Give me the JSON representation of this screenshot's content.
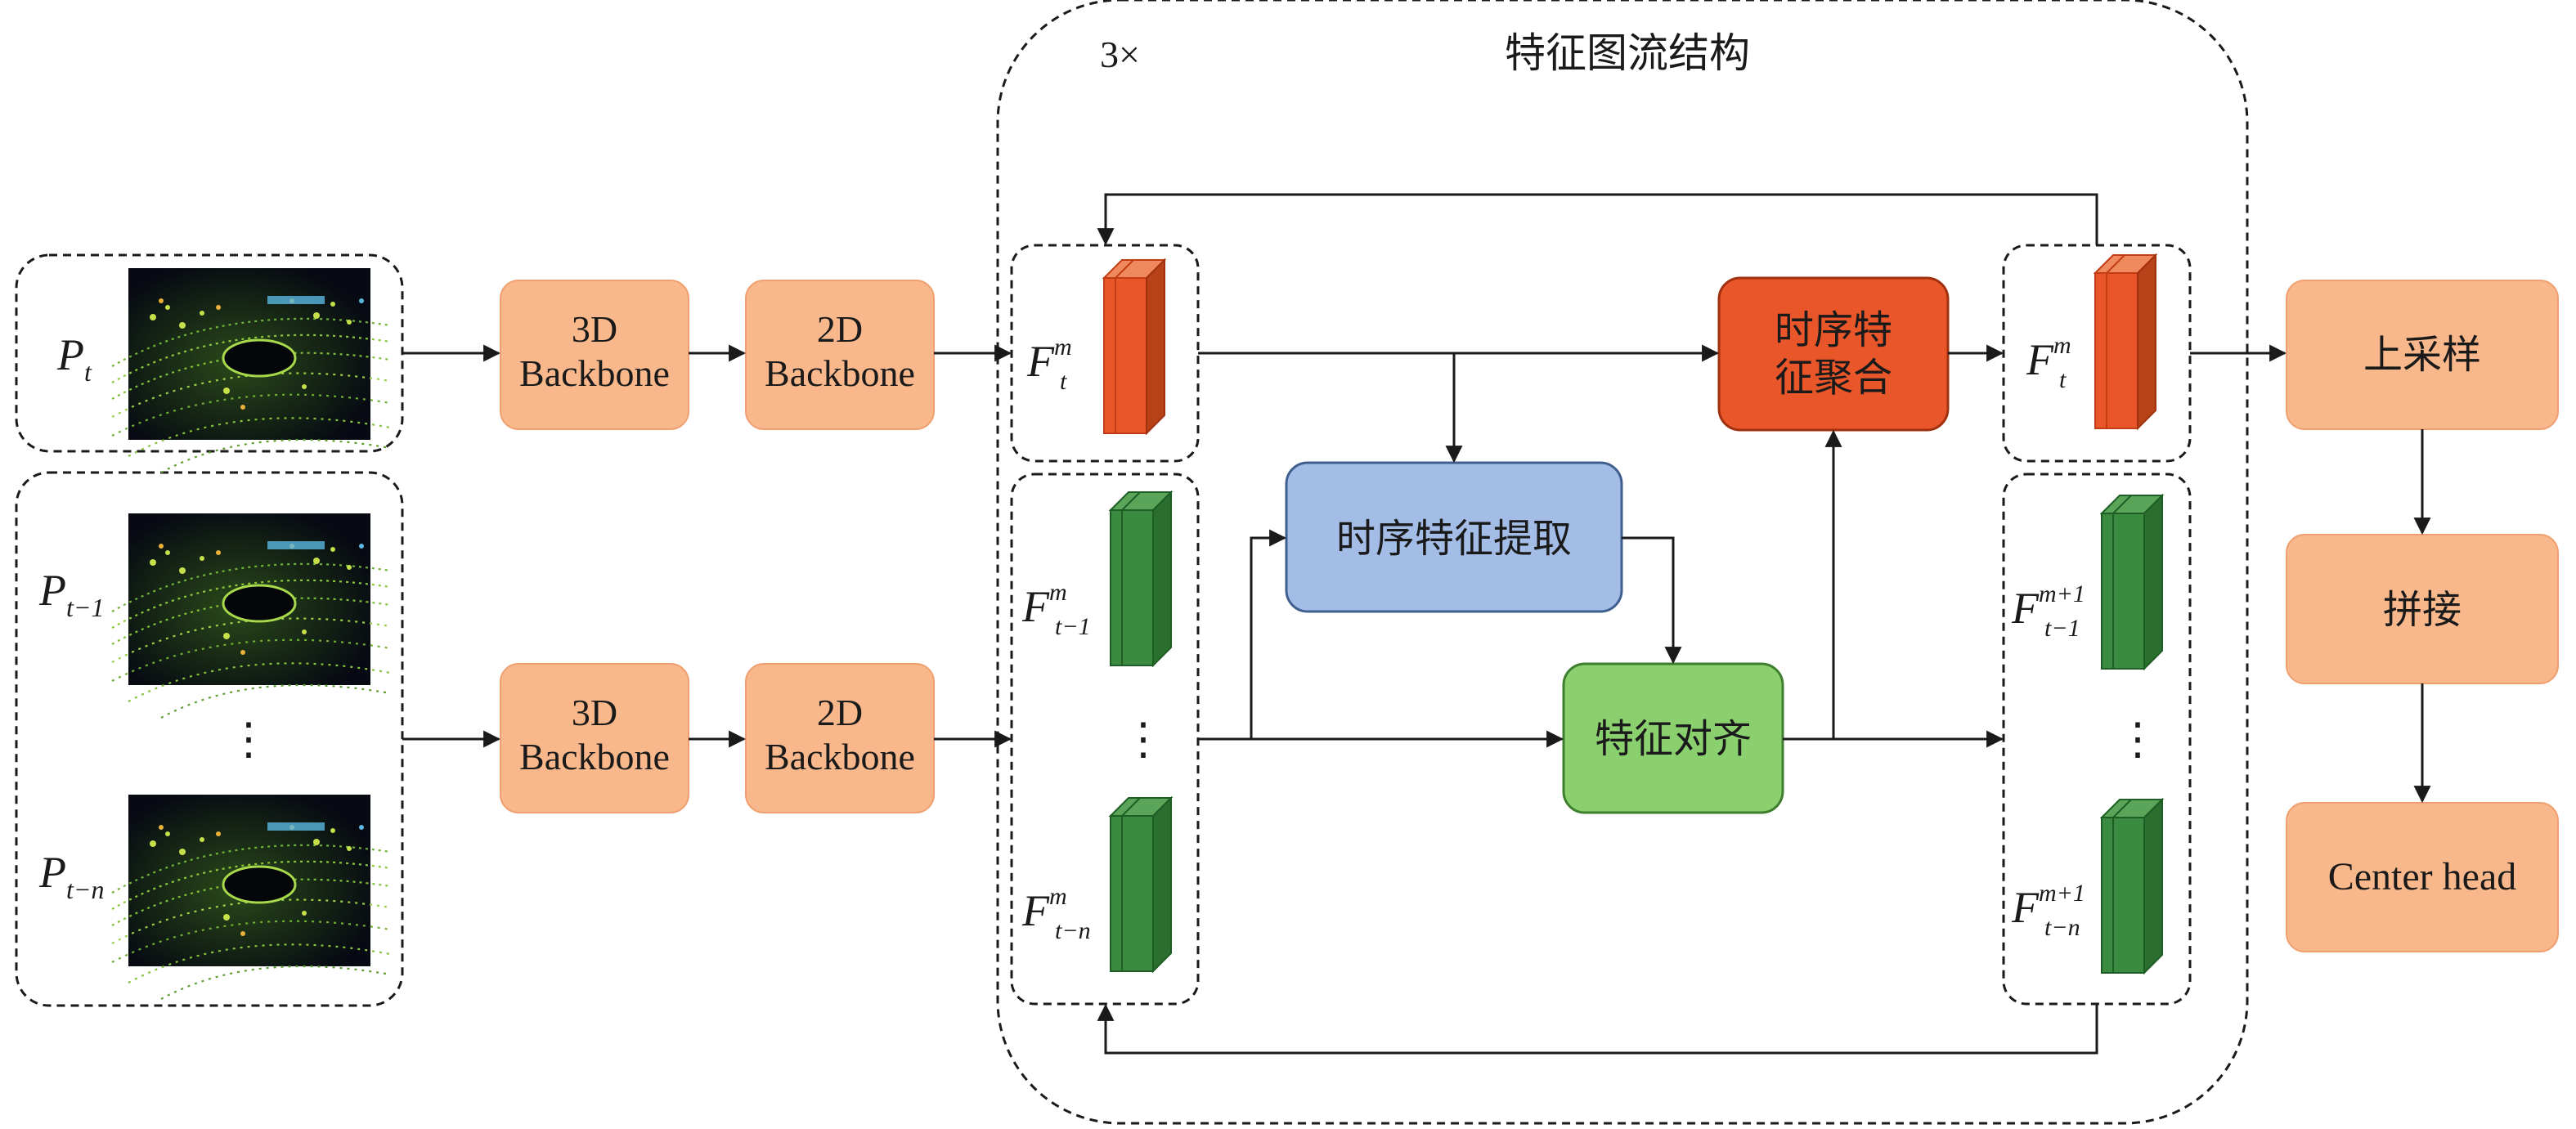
{
  "header": {
    "repeat_label": "3×",
    "title": "特征图流结构"
  },
  "inputs": {
    "current": {
      "symbol": "P",
      "sub": "t"
    },
    "prev1": {
      "symbol": "P",
      "sub": "t−1"
    },
    "dots": "⋮",
    "prevn": {
      "symbol": "P",
      "sub": "t−n"
    }
  },
  "backbones": {
    "top_3d": {
      "line1": "3D",
      "line2": "Backbone"
    },
    "top_2d": {
      "line1": "2D",
      "line2": "Backbone"
    },
    "bottom_3d": {
      "line1": "3D",
      "line2": "Backbone"
    },
    "bottom_2d": {
      "line1": "2D",
      "line2": "Backbone"
    }
  },
  "features_left": {
    "current": {
      "symbol": "F",
      "sup": "m",
      "sub": "t"
    },
    "prev1": {
      "symbol": "F",
      "sup": "m",
      "sub": "t−1"
    },
    "dots": "⋮",
    "prevn": {
      "symbol": "F",
      "sup": "m",
      "sub": "t−n"
    }
  },
  "features_right": {
    "current": {
      "symbol": "F",
      "sup": "m",
      "sub": "t"
    },
    "prev1": {
      "symbol": "F",
      "sup": "m+1",
      "sub": "t−1"
    },
    "dots": "⋮",
    "prevn": {
      "symbol": "F",
      "sup": "m+1",
      "sub": "t−n"
    }
  },
  "modules": {
    "temporal_extract": "时序特征提取",
    "feature_align": "特征对齐",
    "temporal_agg": {
      "line1": "时序特",
      "line2": "征聚合"
    }
  },
  "head": {
    "upsample": "上采样",
    "concat": "拼接",
    "center_head": "Center head"
  },
  "colors": {
    "backbone": "#f8b88b",
    "current_feature": "#e8562a",
    "past_feature": "#3a8a3f",
    "extract_module": "#a3bde6",
    "align_module": "#8ad06e",
    "aggregate_module": "#e8562a"
  },
  "icons": {
    "point_cloud": "lidar-point-cloud-thumbnail"
  }
}
